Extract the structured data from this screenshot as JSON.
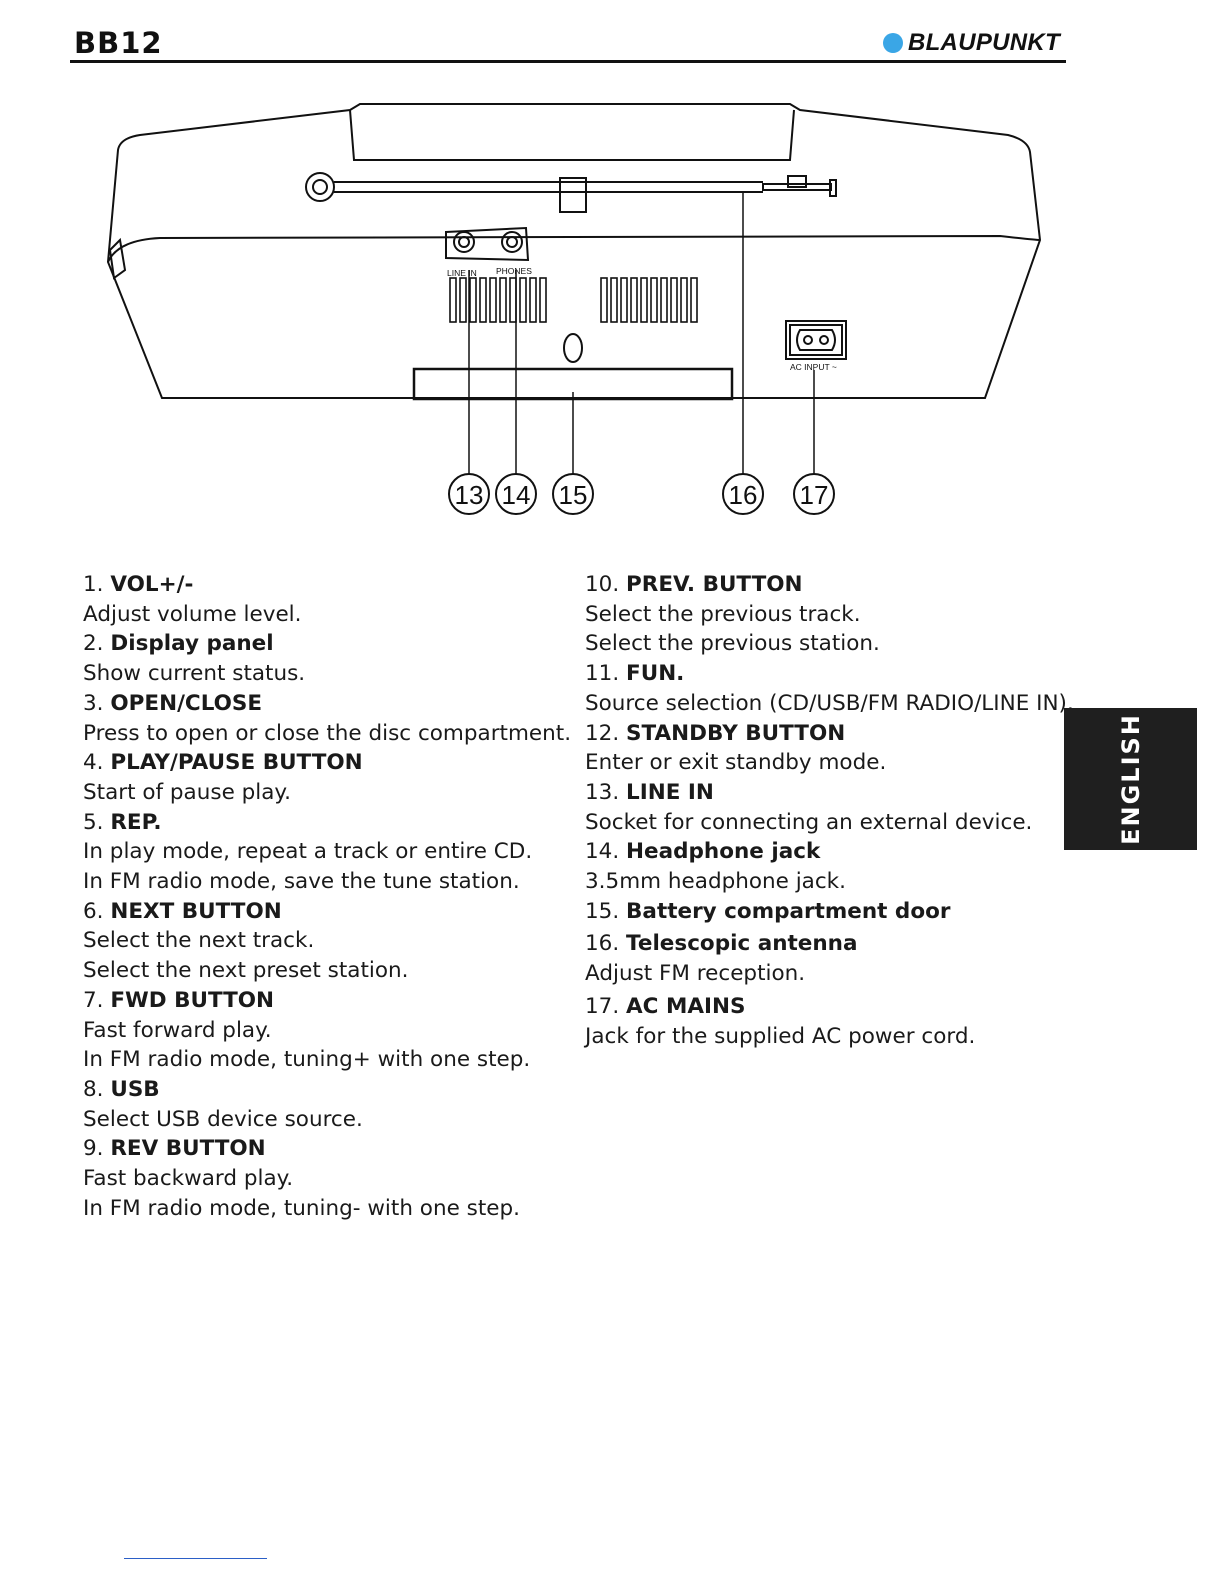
{
  "header": {
    "model": "BB12",
    "brand": "BLAUPUNKT",
    "brand_color": "#3aa6e6"
  },
  "diagram": {
    "port_labels": [
      "LINE IN",
      "PHONES",
      "AC INPUT ~"
    ],
    "callouts": [
      "13",
      "14",
      "15",
      "16",
      "17"
    ]
  },
  "left_items": [
    {
      "num": "1.",
      "title": "VOL+/-",
      "desc": [
        "Adjust volume level."
      ]
    },
    {
      "num": "2.",
      "title": "Display panel",
      "desc": [
        "Show current status."
      ]
    },
    {
      "num": "3.",
      "title": "OPEN/CLOSE",
      "desc": [
        "Press to open or close the disc compartment."
      ]
    },
    {
      "num": "4.",
      "title": "PLAY/PAUSE BUTTON",
      "desc": [
        "Start of pause play."
      ]
    },
    {
      "num": "5.",
      "title": "REP.",
      "desc": [
        "In play mode, repeat a track or entire CD.",
        "In FM radio mode, save the tune station."
      ]
    },
    {
      "num": "6.",
      "title": "NEXT BUTTON",
      "desc": [
        "Select the next track.",
        "Select the next preset station."
      ]
    },
    {
      "num": "7.",
      "title": "FWD BUTTON",
      "desc": [
        "Fast forward play.",
        "In FM radio mode, tuning+ with one step."
      ]
    },
    {
      "num": "8.",
      "title": "USB",
      "desc": [
        "Select USB device source."
      ]
    },
    {
      "num": "9.",
      "title": "REV BUTTON",
      "desc": [
        "Fast backward play.",
        "In FM radio mode, tuning- with one step."
      ]
    }
  ],
  "right_items": [
    {
      "num": "10.",
      "title": "PREV. BUTTON",
      "desc": [
        "Select the previous track.",
        "Select the previous station."
      ]
    },
    {
      "num": "11.",
      "title": "FUN.",
      "desc": [
        "Source selection (CD/USB/FM RADIO/LINE IN)."
      ]
    },
    {
      "num": "12.",
      "title": "STANDBY BUTTON",
      "desc": [
        "Enter or exit standby mode."
      ]
    },
    {
      "num": "13.",
      "title": "LINE IN",
      "desc": [
        "Socket for connecting an external device."
      ]
    },
    {
      "num": "14.",
      "title": "Headphone jack",
      "desc": [
        "3.5mm headphone jack."
      ]
    },
    {
      "num": "15.",
      "title": "Battery compartment door",
      "desc": []
    },
    {
      "num": "16.",
      "title": "Telescopic antenna",
      "desc": [
        "Adjust FM reception."
      ]
    },
    {
      "num": "17.",
      "title": "AC MAINS",
      "desc": [
        "Jack for the supplied AC power cord."
      ]
    }
  ],
  "language_tab": "ENGLISH"
}
